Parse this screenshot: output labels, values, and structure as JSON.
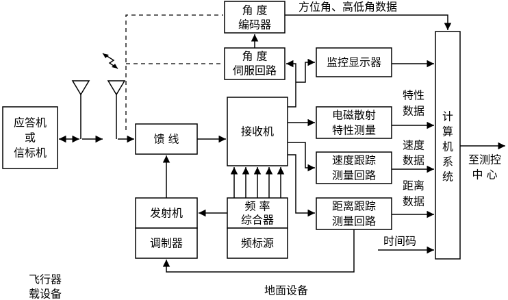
{
  "blocks": {
    "transponder": [
      "应答机",
      "或",
      "信标机"
    ],
    "feeder": "馈    线",
    "receiver": "接收机",
    "transmitter": "发射机",
    "modulator": "调制器",
    "synthesizer": [
      "频    率",
      "综合器"
    ],
    "freq_std": "频标源",
    "angle_encoder": [
      "角    度",
      "编码器"
    ],
    "angle_servo": [
      "角    度",
      "伺服回路"
    ],
    "monitor": "监控显示器",
    "em_measure": [
      "电磁散射",
      "特性测量"
    ],
    "vel_track": [
      "速度跟踪",
      "测量回路"
    ],
    "range_track": [
      "距离跟踪",
      "测量回路"
    ],
    "computer": [
      "计",
      "算",
      "机",
      "系",
      "统"
    ]
  },
  "labels": {
    "angle_data": "方位角、高低角数据",
    "characteristic_data": [
      "特性",
      "数据"
    ],
    "velocity_data": [
      "速度",
      "数据"
    ],
    "range_data": [
      "距离",
      "数据"
    ],
    "time_code": "时间码",
    "to_center": [
      "至测控",
      "中    心"
    ],
    "airborne": [
      "飞行器",
      "载设备"
    ],
    "ground": "地面设备"
  }
}
